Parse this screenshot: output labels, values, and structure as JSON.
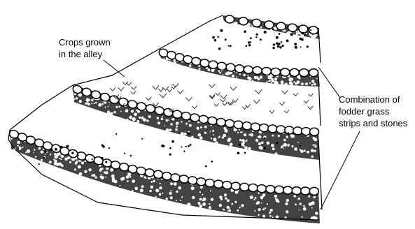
{
  "annotations": {
    "crops": {
      "line1": "Crops grown",
      "line2": "in the alley"
    },
    "combination": {
      "line1": "Combination of",
      "line2": "fodder grass",
      "line3": "strips and stones"
    }
  },
  "colors": {
    "ink": "#000000",
    "paper": "#ffffff"
  }
}
